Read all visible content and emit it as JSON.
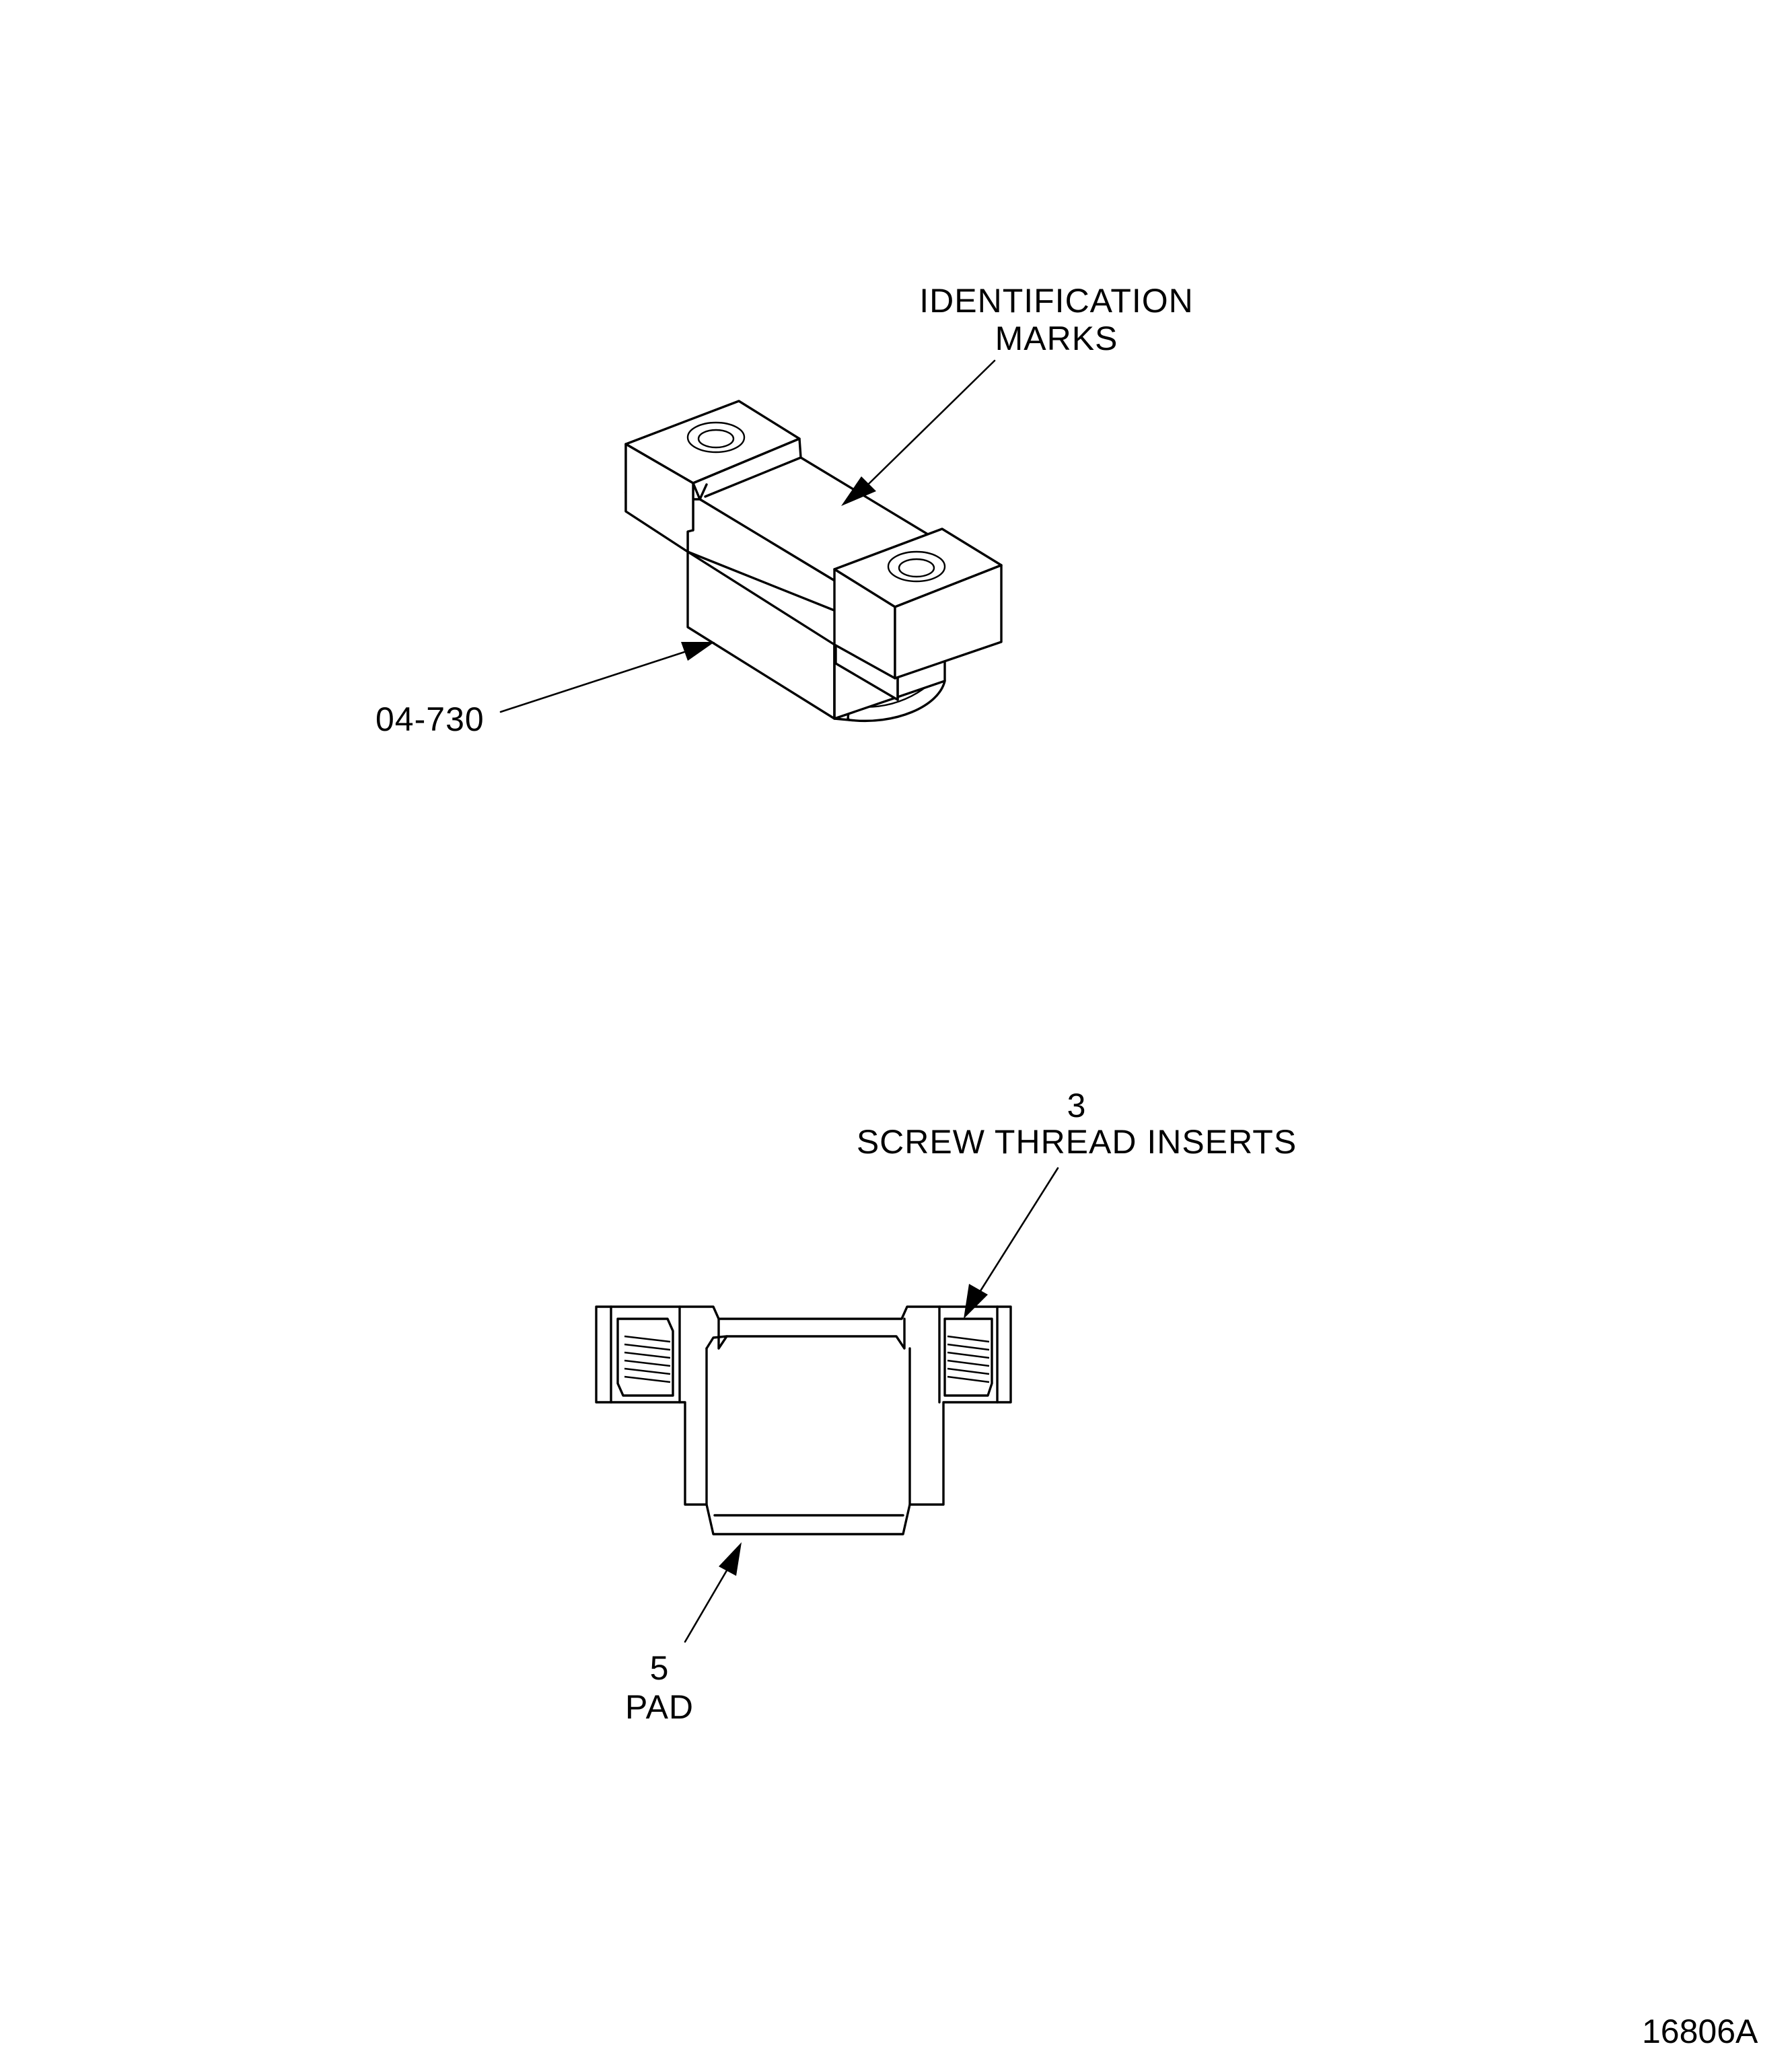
{
  "labels": {
    "identification_line1": "IDENTIFICATION",
    "identification_line2": "MARKS",
    "part_number": "04-730",
    "inserts_qty": "3",
    "inserts_name": "SCREW THREAD INSERTS",
    "pad_qty": "5",
    "pad_name": "PAD",
    "figure_id": "16806A"
  }
}
